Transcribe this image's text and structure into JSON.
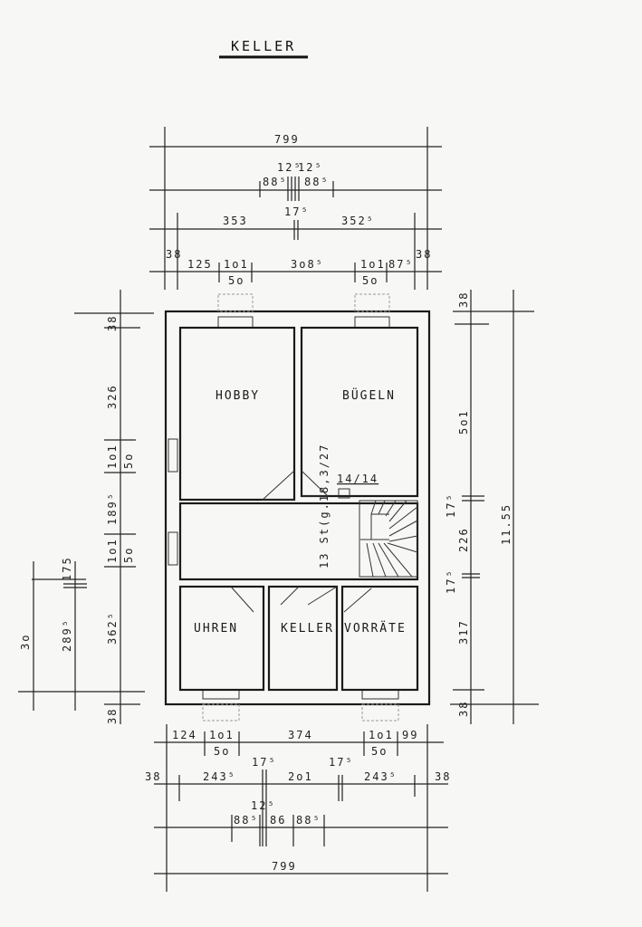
{
  "title": "KELLER",
  "rooms": {
    "hobby": "HOBBY",
    "buegeln": "BÜGELN",
    "uhren": "UHREN",
    "keller": "KELLER",
    "vorraete": "VORRÄTE"
  },
  "stair": {
    "label": "13 St(g.18,3/27",
    "chimney": "14/14"
  },
  "dims_top": {
    "overall": "799",
    "row2": [
      "88⁵",
      "12⁵",
      "12⁵",
      "88⁵"
    ],
    "row3": [
      "353",
      "17⁵",
      "352⁵"
    ],
    "row4": [
      "38",
      "125",
      "1o1",
      "5o",
      "3o8⁵",
      "1o1",
      "5o",
      "87⁵",
      "38"
    ]
  },
  "dims_bottom": {
    "row1": [
      "124",
      "1o1",
      "5o",
      "374",
      "1o1",
      "5o",
      "99"
    ],
    "row2": [
      "38",
      "243⁵",
      "17⁵",
      "2o1",
      "17⁵",
      "243⁵",
      "38"
    ],
    "row3": [
      "88⁵",
      "12⁵",
      "86",
      "88⁵"
    ],
    "overall": "799"
  },
  "dims_left": {
    "main": [
      "38",
      "326",
      "1o1",
      "5o",
      "189⁵",
      "1o1",
      "5o",
      "362⁵",
      "38"
    ],
    "secondary": [
      "175",
      "289⁵"
    ],
    "outer": "3o"
  },
  "dims_right": {
    "main": [
      "38",
      "5o1",
      "17⁵",
      "226",
      "17⁵",
      "317",
      "38"
    ],
    "overall": "11.55"
  }
}
